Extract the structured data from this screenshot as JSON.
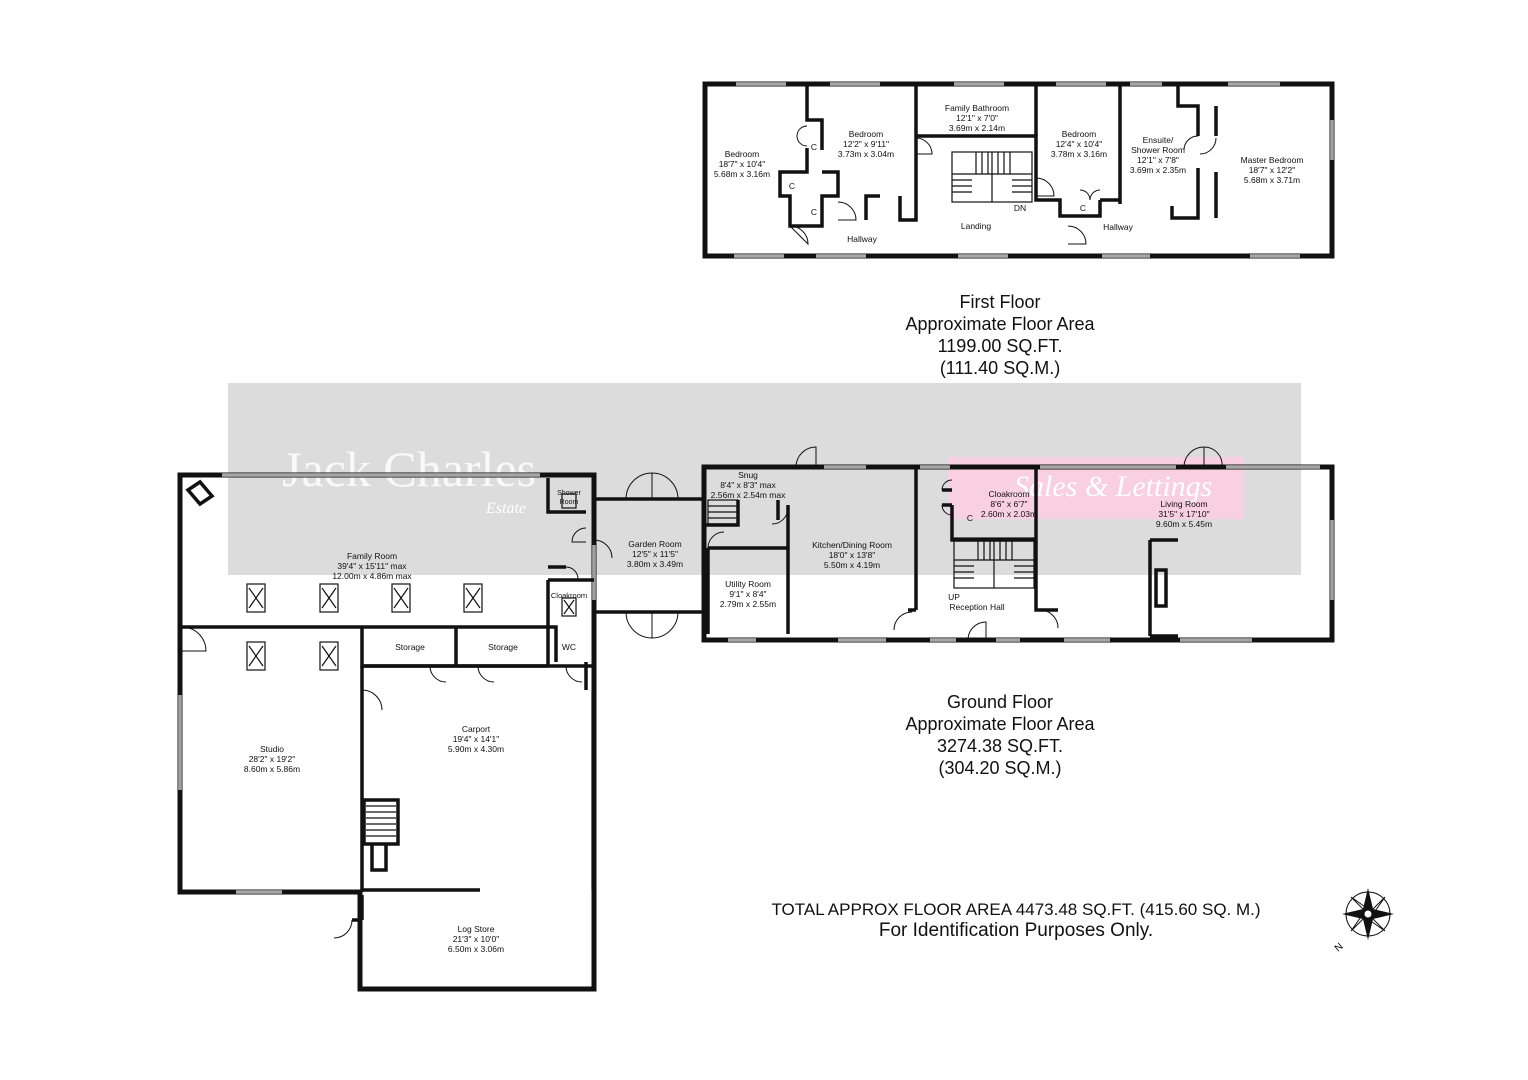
{
  "watermark": {
    "brand": "Jack Charles",
    "sub": "Estate",
    "tag": "Sales & Lettings"
  },
  "first_floor": {
    "heading": "First Floor",
    "line2": "Approximate Floor Area",
    "sqft": "1199.00 SQ.FT.",
    "sqm": "(111.40 SQ.M.)",
    "rooms": {
      "bedroom_a": {
        "name": "Bedroom",
        "imp": "18'7\" x 10'4\"",
        "met": "5.68m x 3.16m"
      },
      "bedroom_b": {
        "name": "Bedroom",
        "imp": "12'2\" x 9'11\"",
        "met": "3.73m x 3.04m"
      },
      "bathroom": {
        "name": "Family Bathroom",
        "imp": "12'1\" x 7'0\"",
        "met": "3.69m x 2.14m"
      },
      "bedroom_c": {
        "name": "Bedroom",
        "imp": "12'4\" x 10'4\"",
        "met": "3.78m x 3.16m"
      },
      "ensuite": {
        "name": "Ensuite/",
        "name2": "Shower Room",
        "imp": "12'1\" x 7'8\"",
        "met": "3.69m x 2.35m"
      },
      "master": {
        "name": "Master Bedroom",
        "imp": "18'7\" x 12'2\"",
        "met": "5.68m x 3.71m"
      },
      "hallway1": "Hallway",
      "landing": "Landing",
      "hallway2": "Hallway",
      "dn": "DN",
      "cupboard": "C"
    }
  },
  "ground_floor": {
    "heading": "Ground Floor",
    "line2": "Approximate Floor Area",
    "sqft": "3274.38 SQ.FT.",
    "sqm": "(304.20 SQ.M.)",
    "rooms": {
      "family": {
        "name": "Family Room",
        "imp": "39'4\" x 15'11\" max",
        "met": "12.00m x 4.86m max"
      },
      "shower": {
        "name": "Shower",
        "name2": "Room"
      },
      "cloakroom_small": "Cloakroom",
      "garden": {
        "name": "Garden Room",
        "imp": "12'5\" x 11'5\"",
        "met": "3.80m x 3.49m"
      },
      "snug": {
        "name": "Snug",
        "imp": "8'4\" x 8'3\" max",
        "met": "2.56m x 2.54m max"
      },
      "utility": {
        "name": "Utility Room",
        "imp": "9'1\" x 8'4\"",
        "met": "2.79m x 2.55m"
      },
      "kitchen": {
        "name": "Kitchen/Dining Room",
        "imp": "18'0\" x 13'8\"",
        "met": "5.50m x 4.19m"
      },
      "cloakroom": {
        "name": "Cloakroom",
        "imp": "8'6\" x 6'7\"",
        "met": "2.60m x 2.03m"
      },
      "living": {
        "name": "Living Room",
        "imp": "31'5\" x 17'10\"",
        "met": "9.60m x 5.45m"
      },
      "reception": "Reception Hall",
      "up": "UP",
      "storage1": "Storage",
      "storage2": "Storage",
      "wc": "WC",
      "studio": {
        "name": "Studio",
        "imp": "28'2\" x 19'2\"",
        "met": "8.60m x 5.86m"
      },
      "carport": {
        "name": "Carport",
        "imp": "19'4\" x 14'1\"",
        "met": "5.90m x 4.30m"
      },
      "logstore": {
        "name": "Log Store",
        "imp": "21'3\" x 10'0\"",
        "met": "6.50m x 3.06m"
      },
      "cupboard": "C"
    }
  },
  "total": {
    "line1": "TOTAL APPROX FLOOR AREA 4473.48 SQ.FT. (415.60 SQ. M.)",
    "line2": "For Identification Purposes Only."
  },
  "compass": {
    "north": "N"
  },
  "colors": {
    "wall": "#111111",
    "watermark_band": "#d9d9d9",
    "pink": "#f7c6de"
  }
}
